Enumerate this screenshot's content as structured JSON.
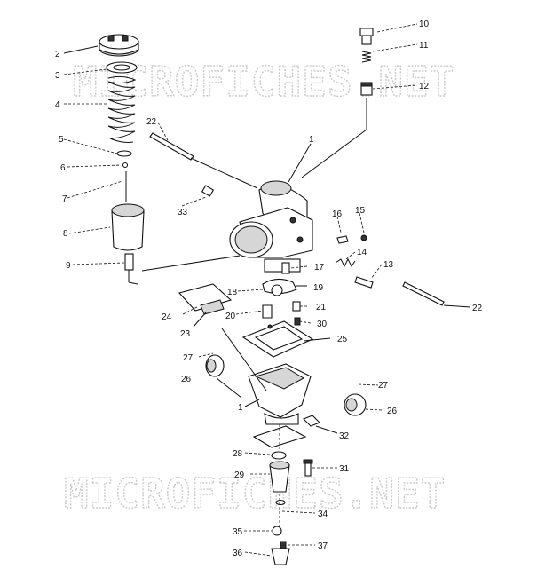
{
  "watermarks": [
    "MICROFICHES.NET",
    "MICROFICHES.NET"
  ],
  "callouts": {
    "c1a": "1",
    "c1b": "1",
    "c2": "2",
    "c3": "3",
    "c4": "4",
    "c5": "5",
    "c6": "6",
    "c7": "7",
    "c8": "8",
    "c9": "9",
    "c10": "10",
    "c11": "11",
    "c12": "12",
    "c13": "13",
    "c14": "14",
    "c15": "15",
    "c16": "16",
    "c17": "17",
    "c18": "18",
    "c19": "19",
    "c20": "20",
    "c21": "21",
    "c22a": "22",
    "c22b": "22",
    "c23": "23",
    "c24": "24",
    "c25": "25",
    "c26a": "26",
    "c26b": "26",
    "c27a": "27",
    "c27b": "27",
    "c28": "28",
    "c29": "29",
    "c30": "30",
    "c31": "31",
    "c32": "32",
    "c33": "33",
    "c34": "34",
    "c35": "35",
    "c36": "36",
    "c37": "37"
  }
}
